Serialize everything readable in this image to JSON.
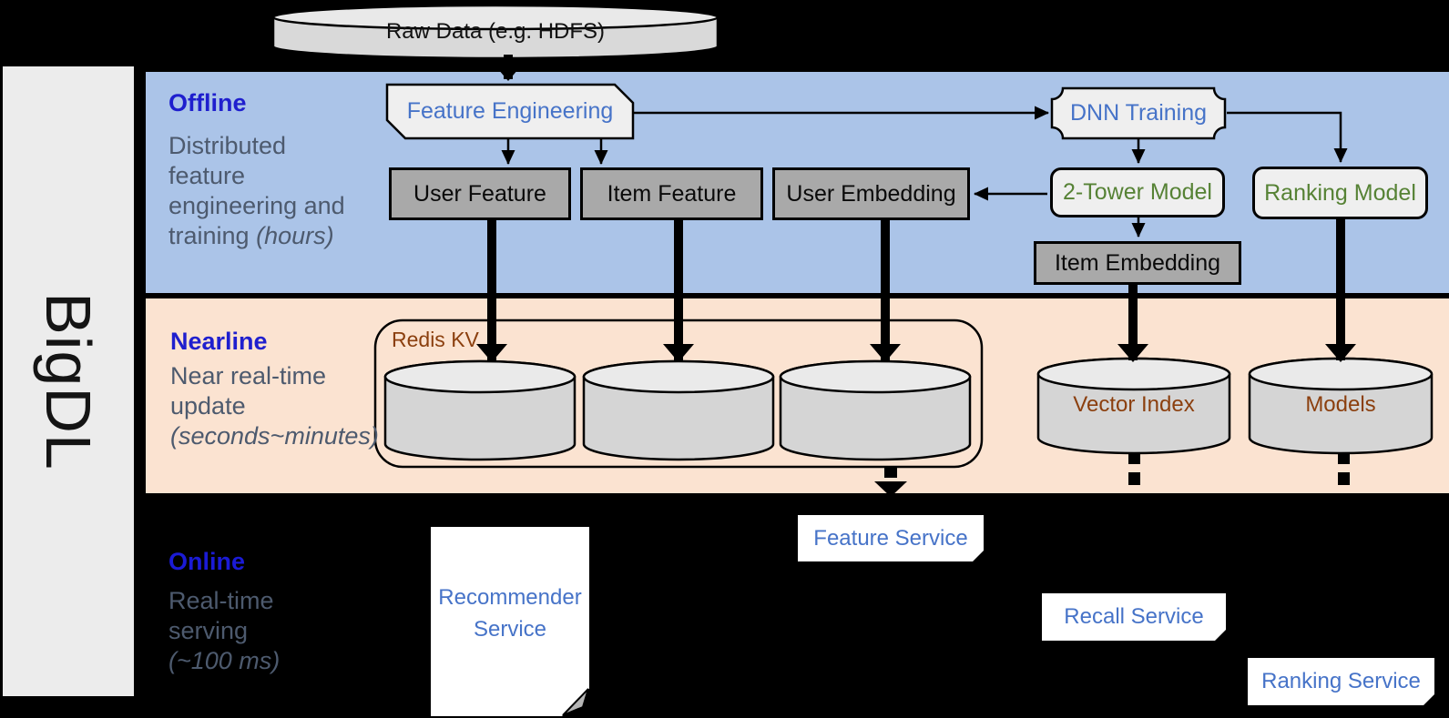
{
  "brand": {
    "label": "BigDL"
  },
  "raw_data_label": "Raw Data (e.g. HDFS)",
  "bands": {
    "offline": {
      "title": "Offline",
      "desc": "Distributed feature engineering and training",
      "desc_italic": "(hours)"
    },
    "nearline": {
      "title": "Nearline",
      "desc": "Near real-time update",
      "desc_italic": "(seconds~minutes)"
    },
    "online": {
      "title": "Online",
      "desc": "Real-time serving",
      "desc_italic": "(~100 ms)"
    }
  },
  "nodes": {
    "feature_engineering": "Feature Engineering",
    "dnn_training": "DNN Training",
    "user_feature": "User Feature",
    "item_feature": "Item Feature",
    "user_embedding": "User Embedding",
    "two_tower_model": "2-Tower Model",
    "ranking_model": "Ranking Model",
    "item_embedding": "Item Embedding",
    "redis_kv": "Redis KV",
    "vector_index": "Vector Index",
    "models": "Models",
    "recommender_service": "Recommender Service",
    "feature_service": "Feature Service",
    "recall_service": "Recall Service",
    "ranking_service": "Ranking Service"
  },
  "colors": {
    "background": "#000000",
    "sidebar": "#ececec",
    "offline_band": "#abc4e8",
    "nearline_band": "#fbe3d1",
    "section_title_blue": "#1f1fce",
    "section_desc_slate": "#4d5a6e",
    "node_text_blue": "#4673c8",
    "node_text_green": "#568235",
    "storage_text_brown": "#8b3f0e",
    "dark_box_fill": "#a9a9a9",
    "light_box_fill": "#efefef",
    "cylinder_fill": "#d5d5d5",
    "service_box_fill": "#ffffff"
  }
}
